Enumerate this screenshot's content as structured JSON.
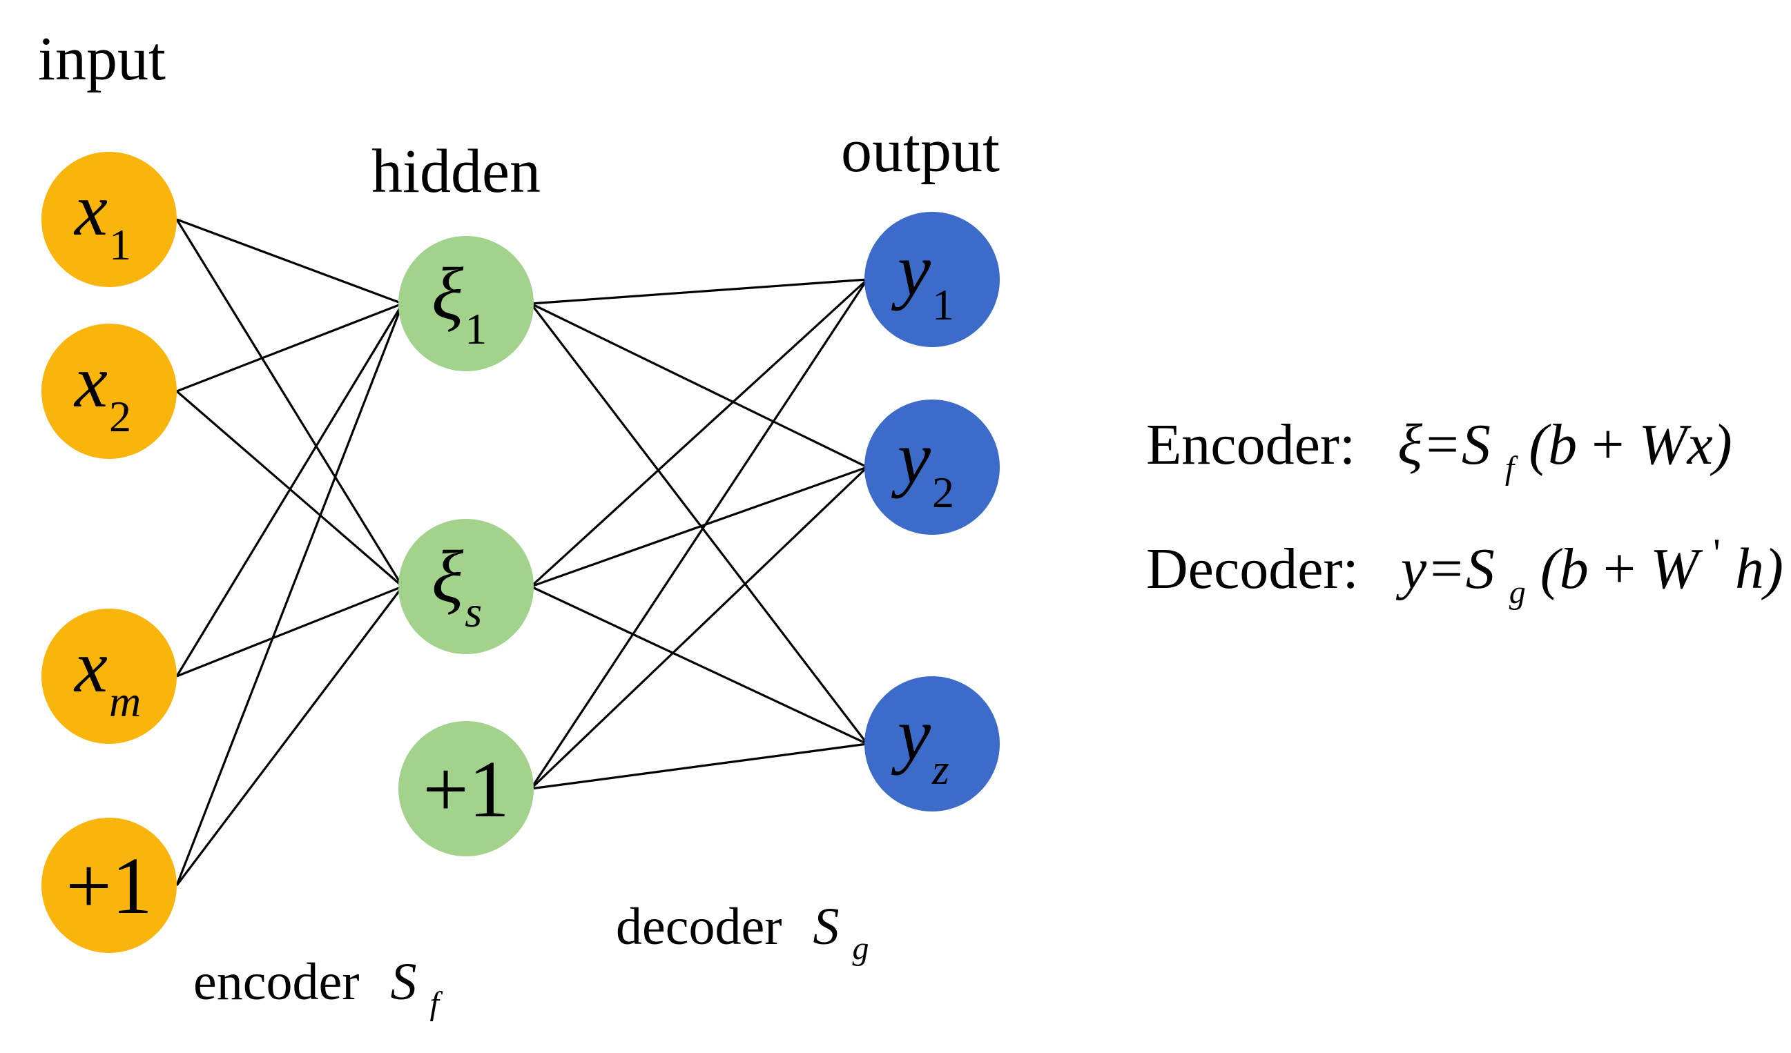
{
  "labels": {
    "input": "input",
    "hidden": "hidden",
    "output": "output",
    "encoder": "encoder",
    "encoder_symbol": "S",
    "encoder_sub": "f",
    "decoder": "decoder",
    "decoder_symbol": "S",
    "decoder_sub": "g"
  },
  "input_nodes": [
    {
      "var": "x",
      "sub": "1"
    },
    {
      "var": "x",
      "sub": "2"
    },
    {
      "var": "x",
      "sub": "m"
    },
    {
      "var": "+1",
      "sub": ""
    }
  ],
  "hidden_nodes": [
    {
      "var": "ξ",
      "sub": "1"
    },
    {
      "var": "ξ",
      "sub": "s"
    },
    {
      "var": "+1",
      "sub": ""
    }
  ],
  "output_nodes": [
    {
      "var": "y",
      "sub": "1"
    },
    {
      "var": "y",
      "sub": "2"
    },
    {
      "var": "y",
      "sub": "z"
    }
  ],
  "colors": {
    "input": "#F9B50C",
    "hidden": "#A2D28B",
    "output": "#3D6BC9",
    "edge": "#000000"
  },
  "formulas": {
    "encoder_label": "Encoder:",
    "encoder_lhs": "ξ=S",
    "encoder_sub": "f",
    "encoder_rhs_open": " (b",
    "encoder_rhs_plus": " + ",
    "encoder_rhs_end": "Wx)",
    "decoder_label": "Decoder:",
    "decoder_lhs": "y=S",
    "decoder_sub": "g",
    "decoder_rhs_open": " (b",
    "decoder_rhs_plus": " + ",
    "decoder_rhs_w": "W",
    "decoder_rhs_prime": "'",
    "decoder_rhs_end": "h)"
  }
}
